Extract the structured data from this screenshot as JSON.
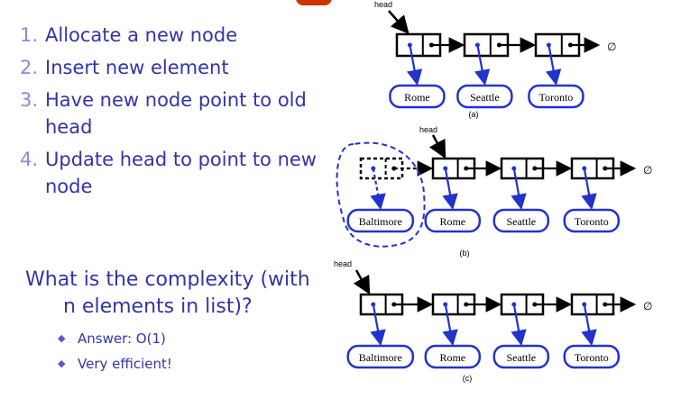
{
  "title_fragment": "...g",
  "steps": [
    {
      "num": "1.",
      "text": "Allocate a new node"
    },
    {
      "num": "2.",
      "text": "Insert new element"
    },
    {
      "num": "3.",
      "text": "Have new node point to old head"
    },
    {
      "num": "4.",
      "text": "Update head to point to new node"
    }
  ],
  "question": {
    "line1": "What is the complexity (with",
    "line2": "n elements in list)?"
  },
  "answers": [
    {
      "bullet": "◆",
      "text": "Answer: O(1)"
    },
    {
      "bullet": "◆",
      "text": "Very efficient!"
    }
  ],
  "diagram": {
    "head_label": "head",
    "null_symbol": "∅",
    "colors": {
      "arrow": "#2233cc",
      "box": "#000000",
      "dashed": "#2233cc"
    },
    "panels": [
      {
        "caption": "(a)",
        "elements": [
          "Rome",
          "Seattle",
          "Toronto"
        ]
      },
      {
        "caption": "(b)",
        "elements": [
          "Baltimore",
          "Rome",
          "Seattle",
          "Toronto"
        ]
      },
      {
        "caption": "(c)",
        "elements": [
          "Baltimore",
          "Rome",
          "Seattle",
          "Toronto"
        ]
      }
    ]
  }
}
